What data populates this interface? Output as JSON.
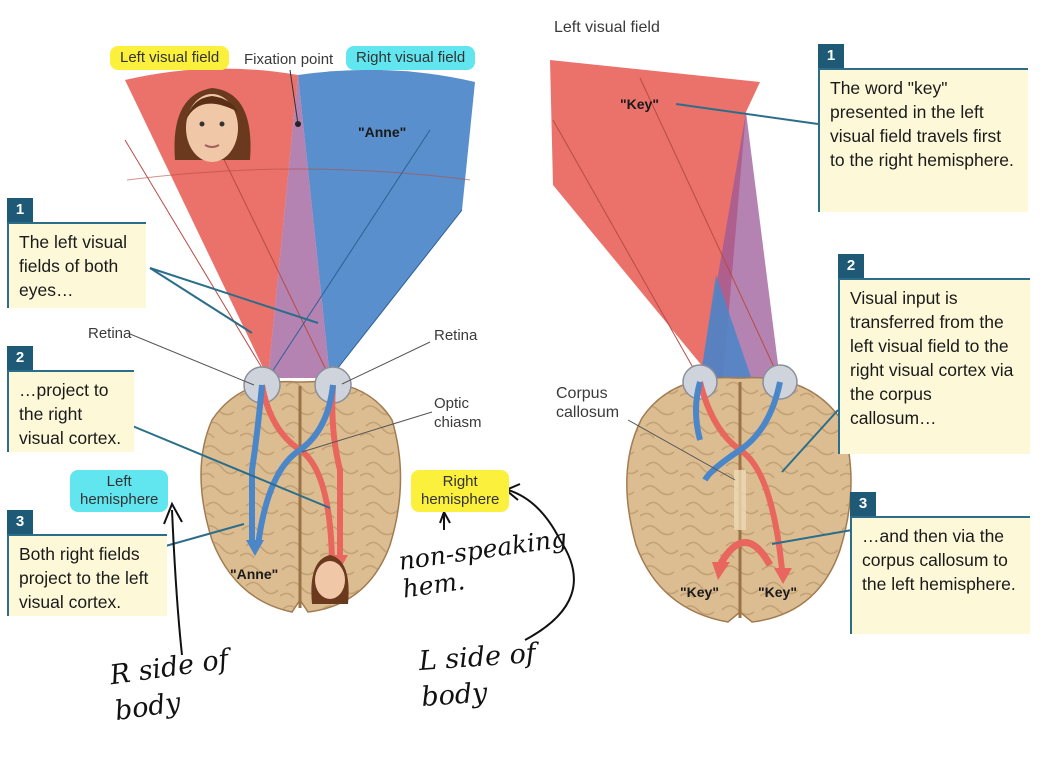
{
  "left_panel": {
    "labels": {
      "fixation_point": "Fixation point",
      "retina_left": "Retina",
      "retina_right": "Retina",
      "optic_chiasm": "Optic\nchiasm"
    },
    "highlights": {
      "left_visual_field": "Left visual field",
      "right_visual_field": "Right visual field",
      "left_hemisphere": "Left\nhemisphere",
      "right_hemisphere": "Right\nhemisphere"
    },
    "quotes": {
      "field_word": "\"Anne\"",
      "brain_word": "\"Anne\""
    },
    "steps": [
      {
        "number": "1",
        "text": "The left visual fields of both eyes…"
      },
      {
        "number": "2",
        "text": "…project to the right visual cortex."
      },
      {
        "number": "3",
        "text": "Both right fields project to the left visual cortex."
      }
    ]
  },
  "right_panel": {
    "labels": {
      "title": "Left visual field",
      "corpus_callosum": "Corpus\ncallosum"
    },
    "quotes": {
      "field_word": "\"Key\"",
      "key_left": "\"Key\"",
      "key_right": "\"Key\""
    },
    "steps": [
      {
        "number": "1",
        "text": "The word \"key\" presented in the left visual field travels first to the right hemisphere."
      },
      {
        "number": "2",
        "text": "Visual input is transferred from the left visual field to the right visual cortex via the corpus callosum…"
      },
      {
        "number": "3",
        "text": "…and then via the corpus callosum to the left hemisphere."
      }
    ]
  },
  "handwritten": {
    "non_speaking": "non-speaking\nhem.",
    "r_side": "R side of\nbody",
    "l_side": "L side of\nbody"
  },
  "colors": {
    "left_field_red": "#e8665e",
    "right_field_blue": "#4a86c8",
    "overlap_purple": "#9b5a98",
    "brain_tan": "#dcbd92",
    "box_bg": "#fcf8d8",
    "badge_blue": "#1e5a75",
    "highlight_yellow": "#fbf03c",
    "highlight_cyan": "#61e6f0"
  }
}
